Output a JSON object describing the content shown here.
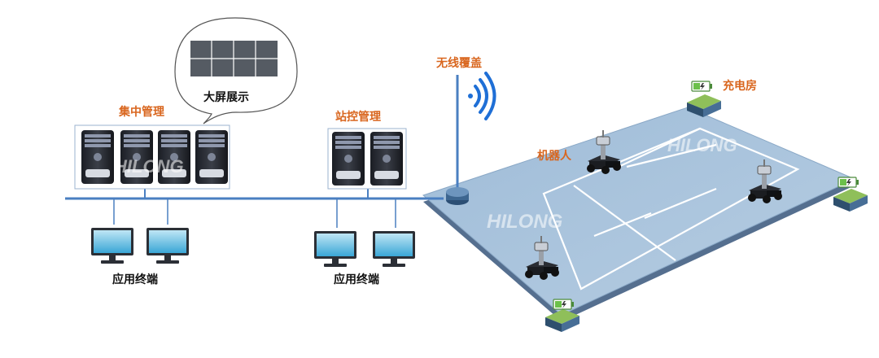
{
  "labels": {
    "central_management": "集中管理",
    "big_screen": "大屏展示",
    "station_control": "站控管理",
    "wireless_coverage": "无线覆盖",
    "robot": "机器人",
    "charging_room": "充电房",
    "terminal_left": "应用终端",
    "terminal_right": "应用终端"
  },
  "watermark": "HILONG",
  "colors": {
    "accent_orange": "#d9661e",
    "network_blue": "#4a7fc1",
    "field_blue": "#a9c4de",
    "wifi_blue": "#1f6fd6"
  }
}
